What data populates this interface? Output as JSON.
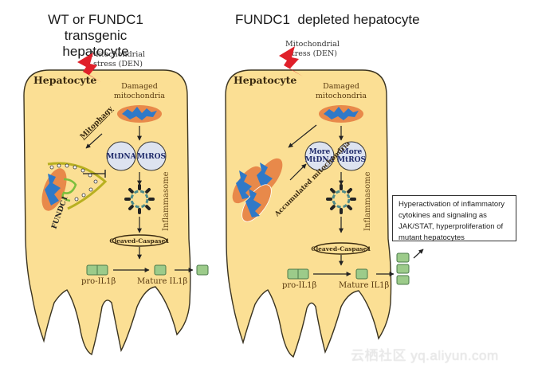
{
  "panels": [
    {
      "title_line1": "WT or FUNDC1 transgenic",
      "title_line2": "hepatocyte",
      "stress_line1": "Mitochondrial",
      "stress_line2": "stress (DEN)",
      "cell_label": "Hepatocyte",
      "damaged_line1": "Damaged",
      "damaged_line2": "mitochondria",
      "mitophagy_label": "Mitophagy",
      "fundc1_label": "FUNDC1",
      "circle1": "MtDNA",
      "circle2": "MtROS",
      "inflammasome_label": "Inflammasome",
      "caspase_label": "Cleaved-Caspase1",
      "pro_il": "pro-IL1β",
      "mature_il": "Mature IL1β"
    },
    {
      "title_line1": "FUNDC1  depleted hepatocyte",
      "stress_line1": "Mitochondrial",
      "stress_line2": "stress (DEN)",
      "cell_label": "Hepatocyte",
      "damaged_line1": "Damaged",
      "damaged_line2": "mitochondria",
      "accumulated_label": "Accumulated mitochondria",
      "circle1_line1": "More",
      "circle1_line2": "MtDNA",
      "circle2_line1": "More",
      "circle2_line2": "MtROS",
      "inflammasome_label": "Inflammasome",
      "caspase_label": "Cleaved-Caspase1",
      "pro_il": "pro-IL1β",
      "mature_il": "Mature IL1β"
    }
  ],
  "outcome_box": "Hyperactivation of inflammatory cytokines and signaling as JAK/STAT, hyperproliferation of mutant hepatocytes",
  "watermark": "云栖社区 yq.aliyun.com",
  "colors": {
    "cell_fill": "#fbdf94",
    "cell_stroke": "#3a3320",
    "mito_outer": "#e8894a",
    "mito_inner": "#2f79c8",
    "circle_fill": "#dde3f0",
    "il_fill": "#9ccb8a",
    "il_stroke": "#4a7a4a",
    "lightning": "#e0202a",
    "inflammasome_teal": "#4c8a8a"
  },
  "icons": {
    "lightning": "lightning-bolt-icon",
    "mitochondrion": "mitochondrion-icon",
    "inflammasome": "inflammasome-ring-icon",
    "phagophore": "autophagosome-membrane-icon"
  }
}
